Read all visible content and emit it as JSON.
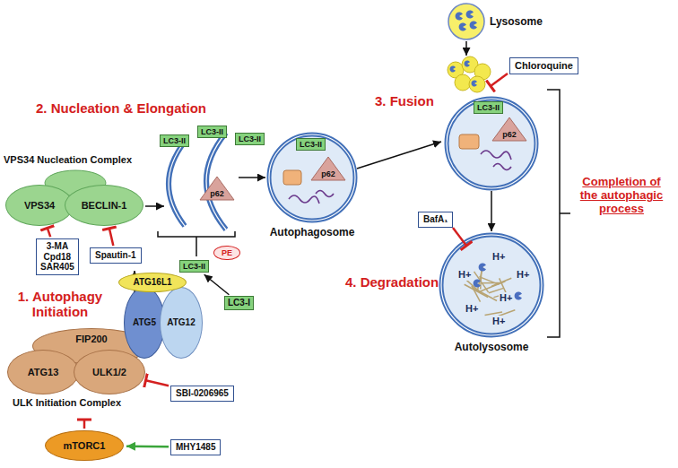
{
  "diagram": {
    "nodes": [
      {
        "text": [
          "Lysosome"
        ]
      },
      {
        "text": [
          "Chloroquine"
        ]
      },
      {
        "text": [
          "VPS34"
        ]
      },
      {
        "text": [
          "BECLIN-1"
        ]
      },
      {
        "text": [
          "3-MA Cpd18 SAR405"
        ]
      },
      {
        "text": [
          "Spautin-1"
        ]
      },
      {
        "text": [
          "FIP200"
        ]
      },
      {
        "text": [
          "ATG13"
        ]
      },
      {
        "text": [
          "ULK1/2"
        ]
      },
      {
        "text": [
          "SBI-0206965"
        ]
      },
      {
        "text": [
          "mTORC1"
        ]
      },
      {
        "text": [
          "MHY1485"
        ]
      },
      {
        "text": [
          "LC3-II"
        ]
      },
      {
        "text": [
          "LC3-II"
        ]
      },
      {
        "text": [
          "p62"
        ]
      },
      {
        "text": [
          "LC3-II"
        ]
      },
      {
        "text": [
          "Autophagosome"
        ]
      },
      {
        "text": [
          "LC3-II"
        ],
        "in": 16
      },
      {
        "text": [
          "p62"
        ],
        "in": 16
      },
      {
        "text": [
          "PE"
        ]
      },
      {
        "text": [
          "LC3-II"
        ]
      },
      {
        "text": [
          "ATG5"
        ]
      },
      {
        "text": [
          "ATG12"
        ]
      },
      {
        "text": [
          "ATG16L1"
        ]
      },
      {
        "text": [
          "LC3-I"
        ]
      },
      {
        "text": [
          "LC3-II"
        ]
      },
      {
        "text": [
          "p62"
        ]
      },
      {
        "text": [
          "Autolysosome"
        ]
      },
      {
        "text": [
          "BafA₁"
        ]
      }
    ],
    "edges": [
      {
        "from": 4,
        "to": 2,
        "arrow": "to"
      },
      {
        "from": 5,
        "to": 3,
        "arrow": "to"
      },
      {
        "from": 9,
        "to": 8,
        "arrow": "to"
      },
      {
        "from": 11,
        "to": 10,
        "arrow": "to"
      },
      {
        "from": 24,
        "to": 20,
        "arrow": "to"
      }
    ],
    "labels": [
      "2. Nucleation & Elongation",
      "VPS34 Nucleation Complex",
      "1. Autophagy Initiation",
      "ULK Initiation Complex",
      "3. Fusion",
      "4. Degradation",
      "Completion of the autophagic process",
      "H+",
      "H+",
      "H+",
      "H+",
      "H+",
      "H+"
    ]
  }
}
